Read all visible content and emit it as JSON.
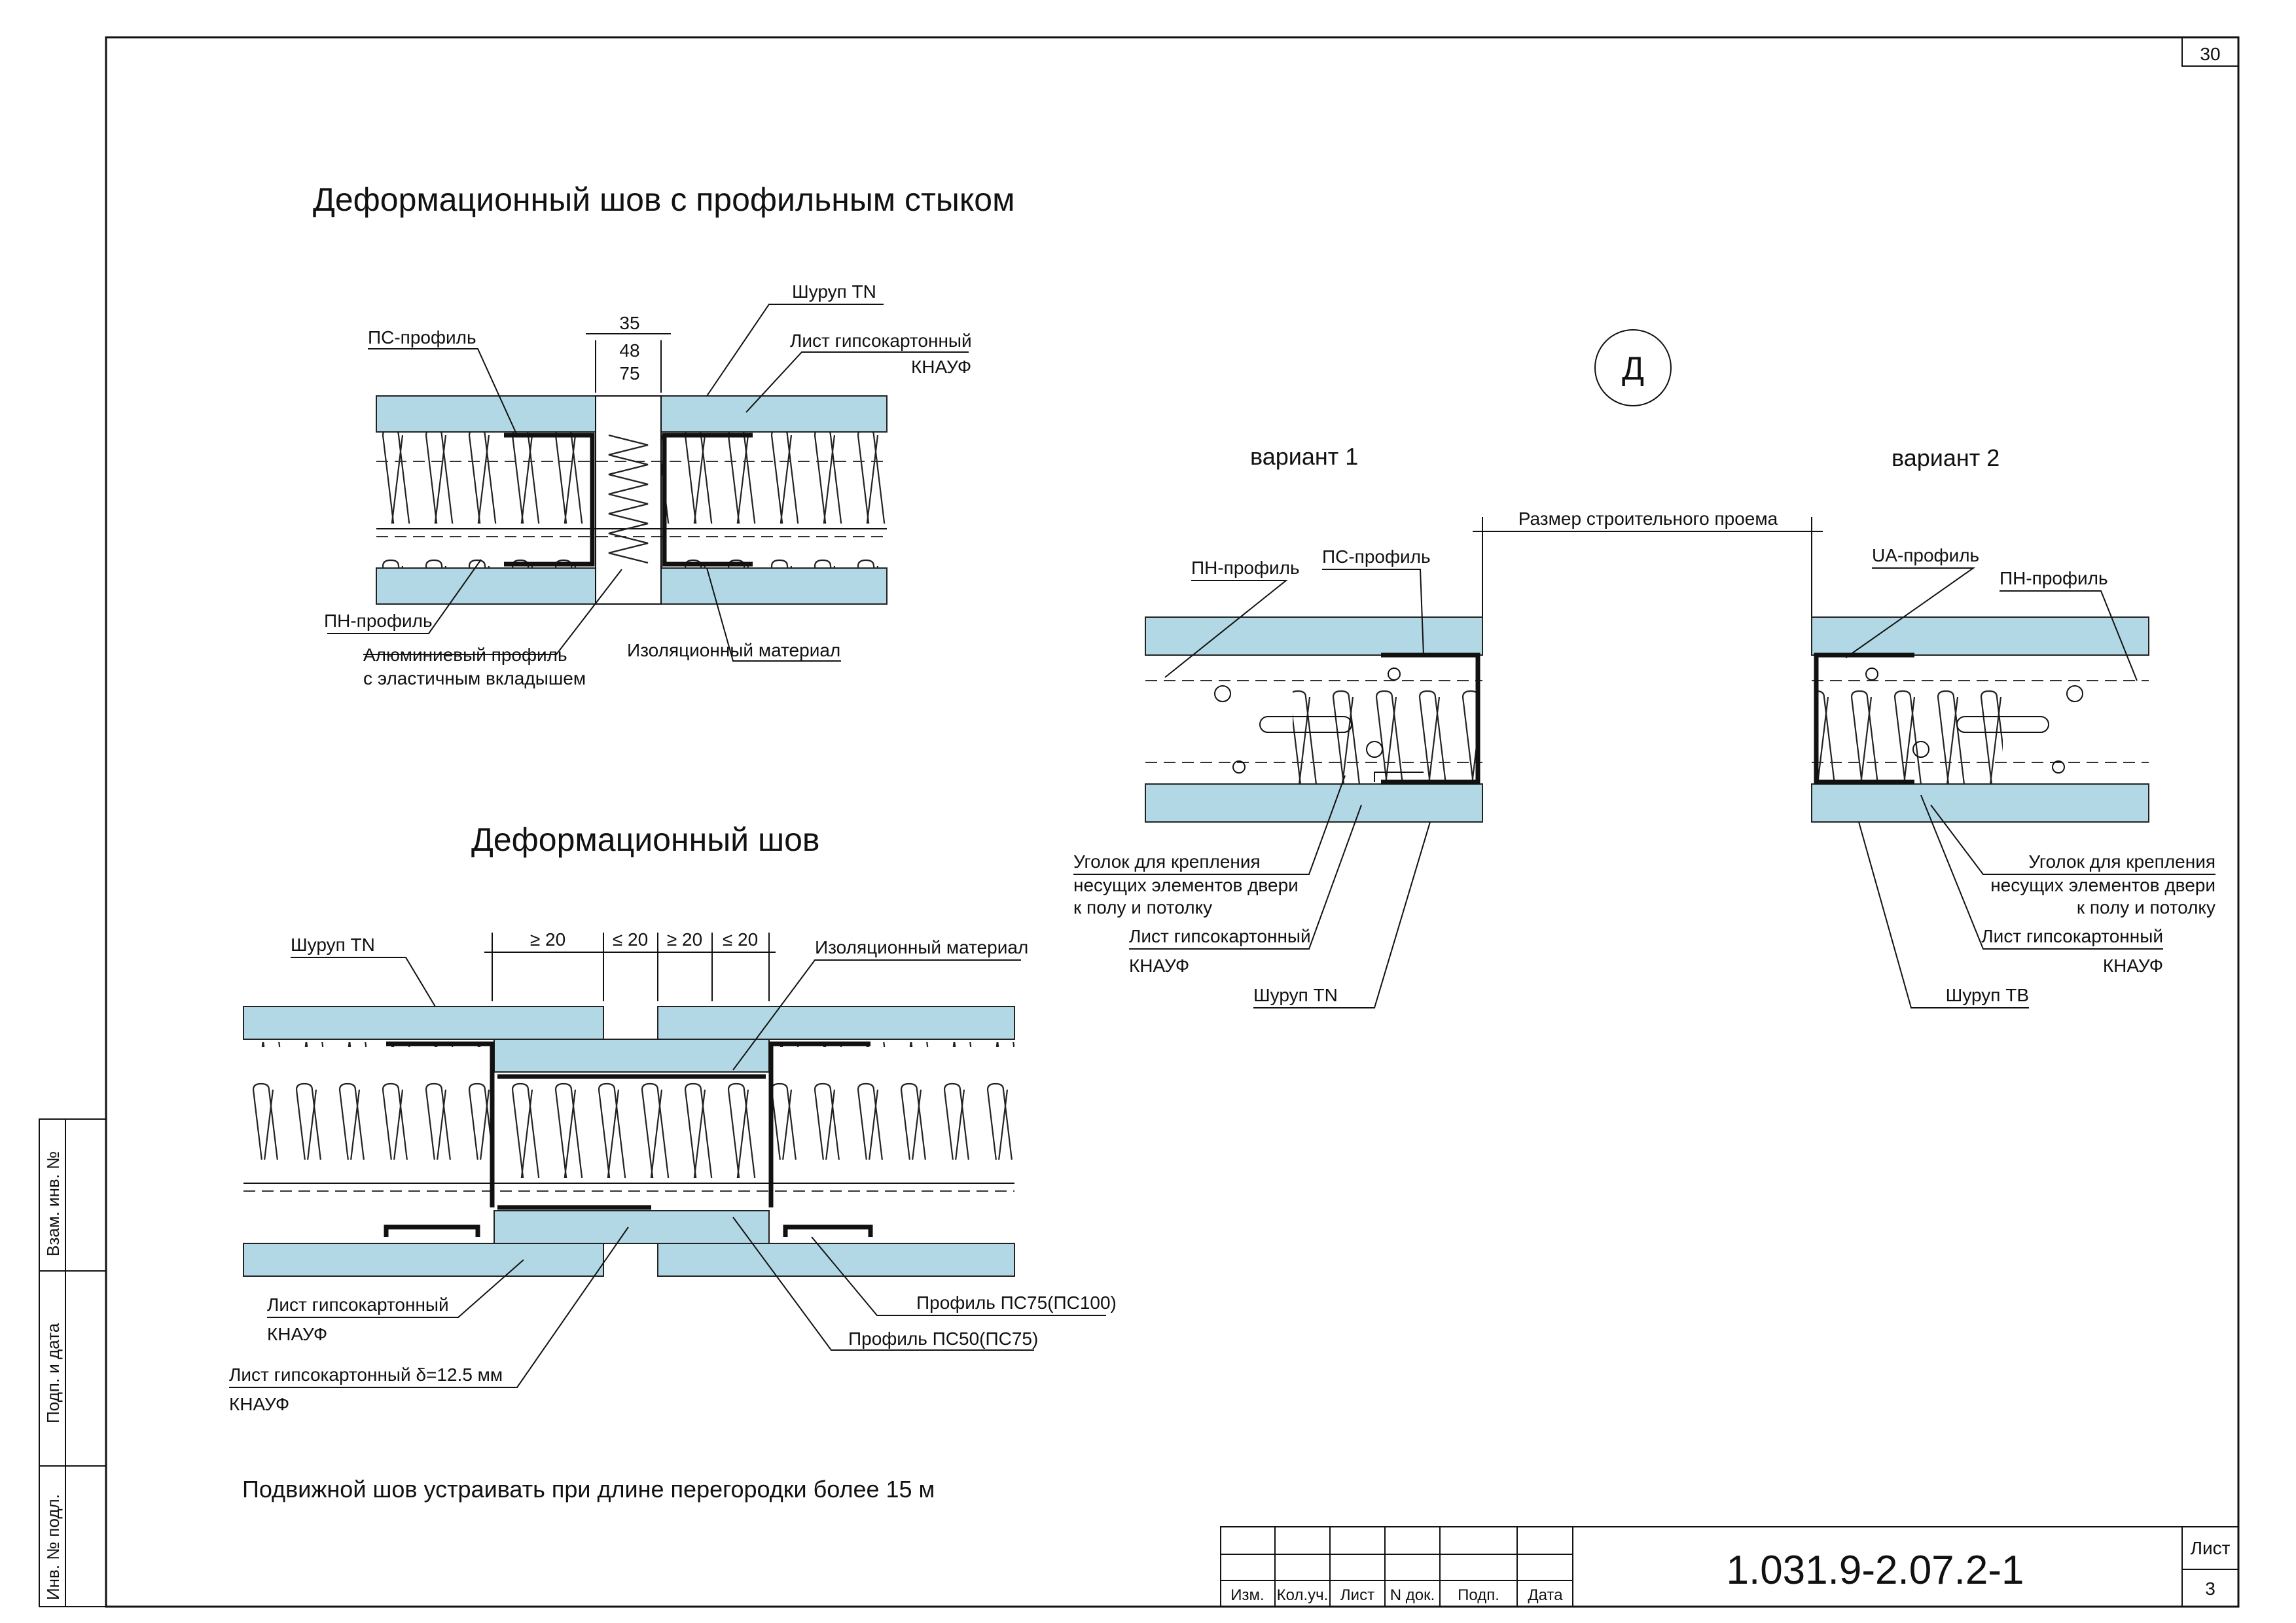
{
  "sheet": {
    "page_number": "30",
    "note": "Подвижной шов устраивать при длине перегородки более 15 м",
    "designation": "1.031.9-2.07.2-1",
    "sheet_label": "Лист",
    "sheet_number": "3",
    "stamp_headers": [
      "Изм.",
      "Кол.уч.",
      "Лист",
      "N док.",
      "Подп.",
      "Дата"
    ],
    "side_stamp": [
      "Взам. инв. №",
      "Подп. и дата",
      "Инв. № подл."
    ]
  },
  "detail_profile_joint": {
    "title": "Деформационный шов с профильным стыком",
    "dims": [
      "35",
      "48",
      "75"
    ],
    "labels": {
      "ps_profile": "ПС-профиль",
      "pn_profile": "ПН-профиль",
      "screw_tn": "Шуруп TN",
      "gkl_1": "Лист гипсокартонный",
      "gkl_2": "КНАУФ",
      "alu_1": "Алюминиевый профиль",
      "alu_2": "с эластичным вкладышем",
      "insulation": "Изоляционный материал"
    }
  },
  "detail_joint": {
    "title": "Деформационный шов",
    "dims": [
      "≥ 20",
      "≤ 20",
      "≥ 20",
      "≤ 20"
    ],
    "labels": {
      "screw_tn": "Шуруп TN",
      "insulation": "Изоляционный материал",
      "gkl_1": "Лист гипсокартонный",
      "gkl_2": "КНАУФ",
      "gkl125_1": "Лист гипсокартонный δ=12.5 мм",
      "gkl125_2": "КНАУФ",
      "ps75": "Профиль ПС75(ПС100)",
      "ps50": "Профиль ПС50(ПС75)"
    }
  },
  "detail_d": {
    "marker": "Д",
    "opening": "Размер строительного проема",
    "variant1": {
      "title": "вариант 1",
      "pn_profile": "ПН-профиль",
      "ps_profile": "ПС-профиль",
      "corner_1": "Уголок для крепления",
      "corner_2": "несущих элементов двери",
      "corner_3": "к полу и потолку",
      "gkl_1": "Лист гипсокартонный",
      "gkl_2": "КНАУФ",
      "screw": "Шуруп TN"
    },
    "variant2": {
      "title": "вариант 2",
      "ua_profile": "UA-профиль",
      "pn_profile": "ПН-профиль",
      "corner_1": "Уголок для крепления",
      "corner_2": "несущих элементов двери",
      "corner_3": "к полу и потолку",
      "gkl_1": "Лист гипсокартонный",
      "gkl_2": "КНАУФ",
      "screw": "Шуруп TB"
    }
  }
}
